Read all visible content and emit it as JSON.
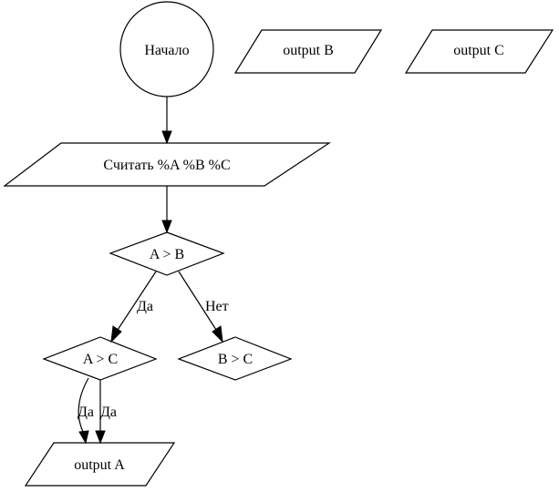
{
  "diagram": {
    "type": "flowchart",
    "nodes": {
      "start": {
        "label": "Начало",
        "shape": "circle"
      },
      "output_b": {
        "label": "output B",
        "shape": "parallelogram"
      },
      "output_c": {
        "label": "output C",
        "shape": "parallelogram"
      },
      "read": {
        "label": "Считать %A %B %C",
        "shape": "parallelogram"
      },
      "cond_ab": {
        "label": "A > B",
        "shape": "diamond"
      },
      "cond_ac": {
        "label": "A > C",
        "shape": "diamond"
      },
      "cond_bc": {
        "label": "B > C",
        "shape": "diamond"
      },
      "output_a": {
        "label": "output A",
        "shape": "parallelogram"
      }
    },
    "edges": [
      {
        "from": "start",
        "to": "read",
        "label": ""
      },
      {
        "from": "read",
        "to": "cond_ab",
        "label": ""
      },
      {
        "from": "cond_ab",
        "to": "cond_ac",
        "label": "Да"
      },
      {
        "from": "cond_ab",
        "to": "cond_bc",
        "label": "Нет"
      },
      {
        "from": "cond_ac",
        "to": "output_a",
        "label": "Да"
      },
      {
        "from": "cond_ac",
        "to": "output_a",
        "label": "Да"
      }
    ]
  }
}
